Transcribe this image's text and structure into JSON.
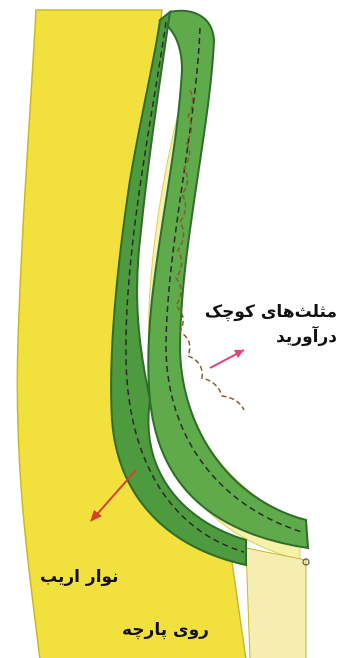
{
  "labels": {
    "clip_triangles_line1": "مثلث‌های کوچک",
    "clip_triangles_line2": "درآورید",
    "bias_tape": "نوار اریب",
    "fabric_right_side": "روی پارچه"
  },
  "colors": {
    "fabric_yellow": "#f2e13d",
    "fabric_inner_light": "#f7f2a8",
    "bias_green": "#5faa4a",
    "bias_green_dark": "#2f6e2a",
    "stitch_line": "#2a2a2a",
    "seam_dash_brown": "#8a5a2a",
    "arrow_pink": "#e0457a",
    "arrow_red": "#d8402a"
  }
}
